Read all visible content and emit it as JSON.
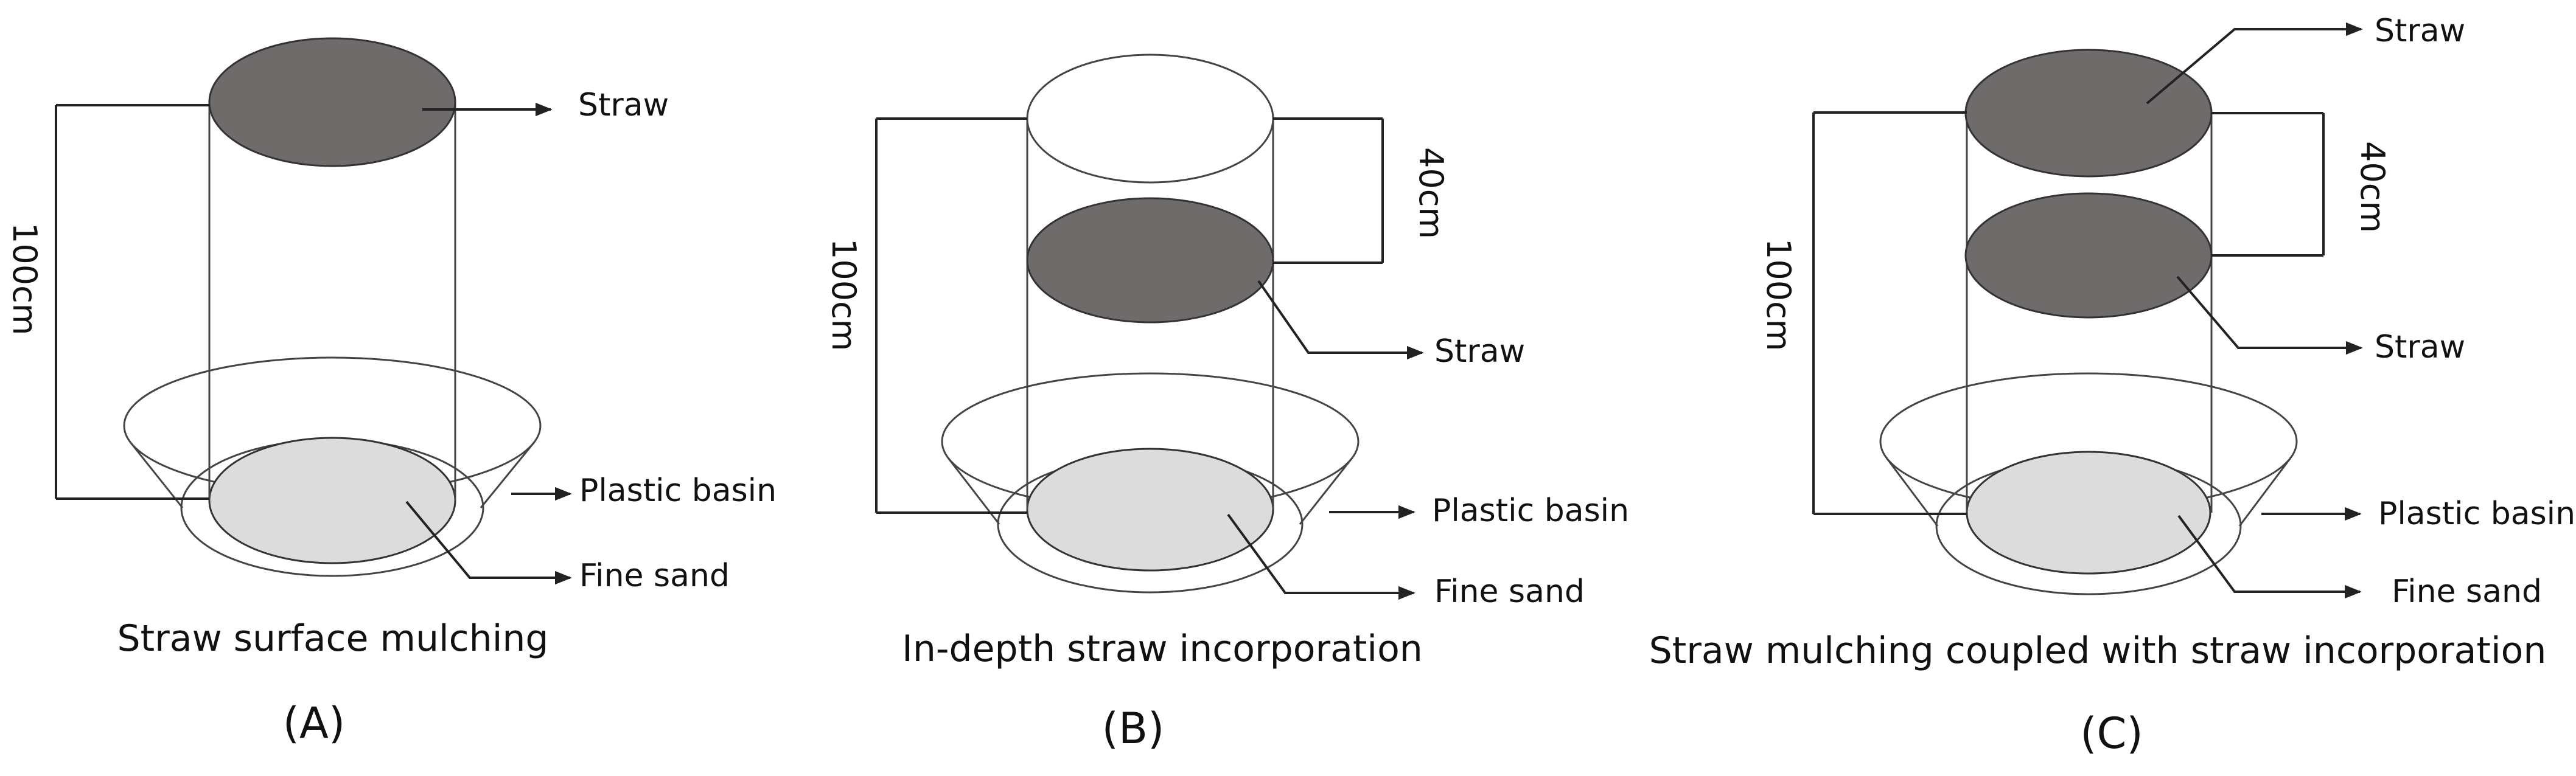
{
  "panels": [
    {
      "id": "A",
      "caption": "Straw surface mulching",
      "letter": "(A)",
      "height_label": "100cm",
      "straw_label": "Straw",
      "basin_label": "Plastic basin",
      "sand_label": "Fine sand"
    },
    {
      "id": "B",
      "caption": "In-depth straw incorporation",
      "letter": "(B)",
      "height_label": "100cm",
      "depth_label": "40cm",
      "straw_label": "Straw",
      "basin_label": "Plastic basin",
      "sand_label": "Fine sand"
    },
    {
      "id": "C",
      "caption": "Straw mulching coupled with straw incorporation",
      "letter": "(C)",
      "height_label": "100cm",
      "depth_label": "40cm",
      "straw_top_label": "Straw",
      "straw_label": "Straw",
      "basin_label": "Plastic basin",
      "sand_label": "Fine sand"
    }
  ],
  "colors": {
    "straw": "#6f6b6b",
    "sand": "#dcdcdc",
    "line": "#222222",
    "background": "#ffffff"
  }
}
